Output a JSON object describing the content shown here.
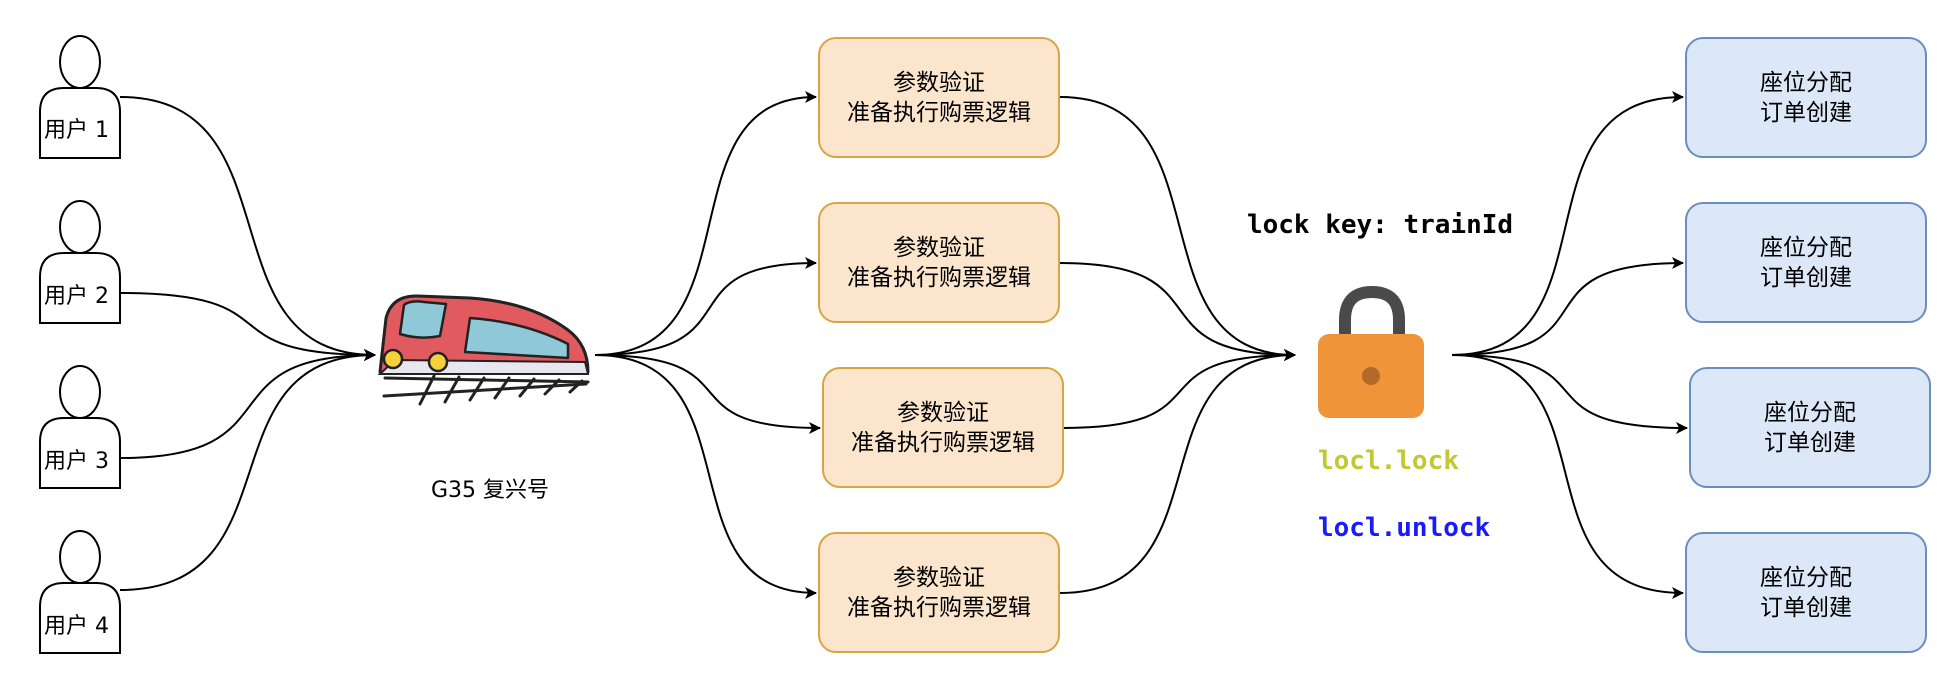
{
  "users": [
    {
      "label": "用户 1"
    },
    {
      "label": "用户 2"
    },
    {
      "label": "用户 3"
    },
    {
      "label": "用户 4"
    }
  ],
  "train": {
    "caption": "G35 复兴号"
  },
  "process_boxes": [
    {
      "line1": "参数验证",
      "line2": "准备执行购票逻辑"
    },
    {
      "line1": "参数验证",
      "line2": "准备执行购票逻辑"
    },
    {
      "line1": "参数验证",
      "line2": "准备执行购票逻辑"
    },
    {
      "line1": "参数验证",
      "line2": "准备执行购票逻辑"
    }
  ],
  "lock": {
    "key_label": "lock key: trainId",
    "lock_op": "locl.lock",
    "unlock_op": "locl.unlock"
  },
  "seat_boxes": [
    {
      "line1": "座位分配",
      "line2": "订单创建"
    },
    {
      "line1": "座位分配",
      "line2": "订单创建"
    },
    {
      "line1": "座位分配",
      "line2": "订单创建"
    },
    {
      "line1": "座位分配",
      "line2": "订单创建"
    }
  ],
  "colors": {
    "process_fill": "#fbe6cd",
    "process_stroke": "#d9a441",
    "seat_fill": "#dce8f7",
    "seat_stroke": "#6c8ebf",
    "lock_body": "#f0943a",
    "lock_op": "#c2c832",
    "unlock_op": "#1a1aff"
  }
}
